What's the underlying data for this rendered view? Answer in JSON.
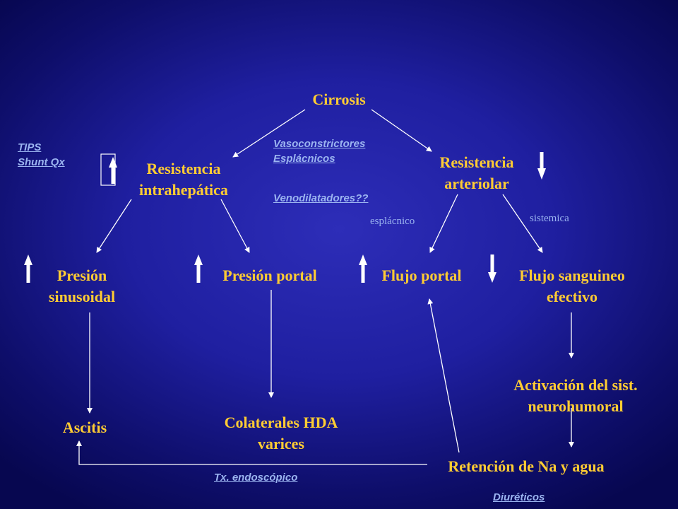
{
  "nodes": {
    "cirrosis": "Cirrosis",
    "resistencia_intrahepatica": [
      "Resistencia",
      "intrahepática"
    ],
    "resistencia_arteriolar": [
      "Resistencia",
      "arteriolar"
    ],
    "presion_sinusoidal": [
      "Presión",
      "sinusoidal"
    ],
    "presion_portal": "Presión portal",
    "flujo_portal": "Flujo portal",
    "flujo_sanguineo": [
      "Flujo sanguineo",
      "efectivo"
    ],
    "activacion": [
      "Activación del sist.",
      "neurohumoral"
    ],
    "ascitis": "Ascitis",
    "colaterales": [
      "Colaterales HDA",
      "varices"
    ],
    "retencion": "Retención de Na y agua"
  },
  "treatments": {
    "tips": [
      "TIPS",
      "Shunt Qx"
    ],
    "vasoconstrictores": [
      "Vasoconstrictores",
      "Esplácnicos"
    ],
    "venodilatadores": "Venodilatadores??",
    "tx_endoscopico": "Tx. endoscópico",
    "diureticos": "Diuréticos"
  },
  "labels": {
    "esplacnico": "esplácnico",
    "sistemica": "sistemica"
  },
  "colors": {
    "node_text": "#ffcc33",
    "treatment_text": "#9bb4f0",
    "arrows": "#ffffff",
    "background": "#1f1fa0"
  },
  "indicators": {
    "resistencia_intrahepatica": "up",
    "resistencia_arteriolar": "down",
    "presion_sinusoidal": "up",
    "presion_portal": "up",
    "flujo_portal": "up",
    "flujo_sanguineo": "down"
  }
}
